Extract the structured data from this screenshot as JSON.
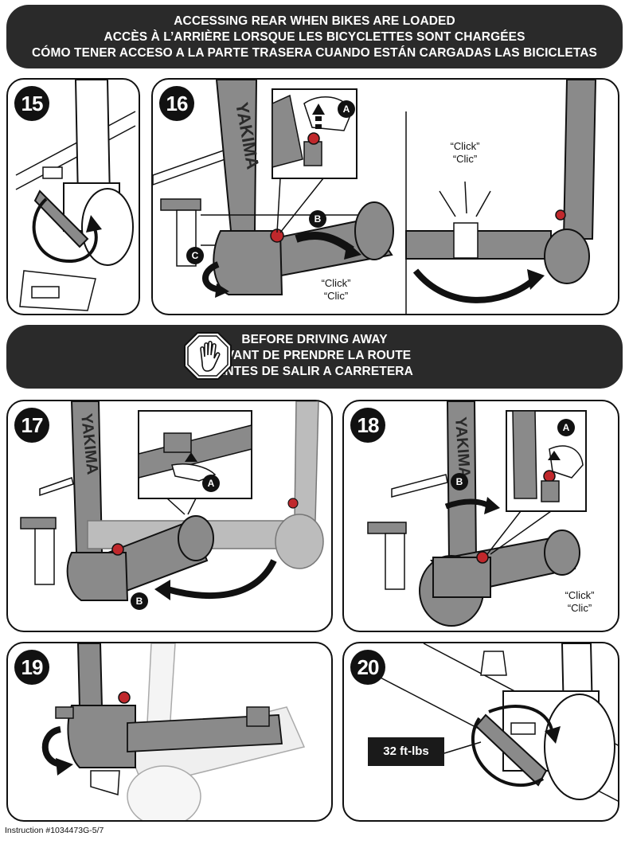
{
  "banner_top": {
    "line1": "ACCESSING REAR WHEN BIKES ARE LOADED",
    "line2": "ACCÈS À L’ARRIÈRE LORSQUE LES BICYCLETTES SONT CHARGÉES",
    "line3": "CÓMO TENER ACCESO A LA PARTE TRASERA CUANDO ESTÁN CARGADAS LAS BICICLETAS"
  },
  "banner_mid": {
    "line1": "BEFORE DRIVING AWAY",
    "line2": "AVANT DE PRENDRE LA ROUTE",
    "line3": "ANTES DE SALIR A CARRETERA",
    "icon": "stop-hand-icon"
  },
  "steps": {
    "s15": {
      "number": "15"
    },
    "s16": {
      "number": "16",
      "badge_a": "A",
      "badge_b": "B",
      "badge_c": "C",
      "click_en": "“Click”",
      "click_fr": "“Clic”",
      "click2_en": "“Click”",
      "click2_fr": "“Clic”"
    },
    "s17": {
      "number": "17",
      "badge_a": "A",
      "badge_b": "B"
    },
    "s18": {
      "number": "18",
      "badge_a": "A",
      "badge_b": "B",
      "click_en": "“Click”",
      "click_fr": "“Clic”"
    },
    "s19": {
      "number": "19"
    },
    "s20": {
      "number": "20",
      "torque": "32 ft-lbs"
    }
  },
  "brand_text": "YAKIMA",
  "footer": "Instruction #1034473G-5/7",
  "colors": {
    "banner_bg": "#2a2a2a",
    "metal_gray": "#8a8a8a",
    "knob_red": "#c0282c",
    "outline": "#111111"
  }
}
